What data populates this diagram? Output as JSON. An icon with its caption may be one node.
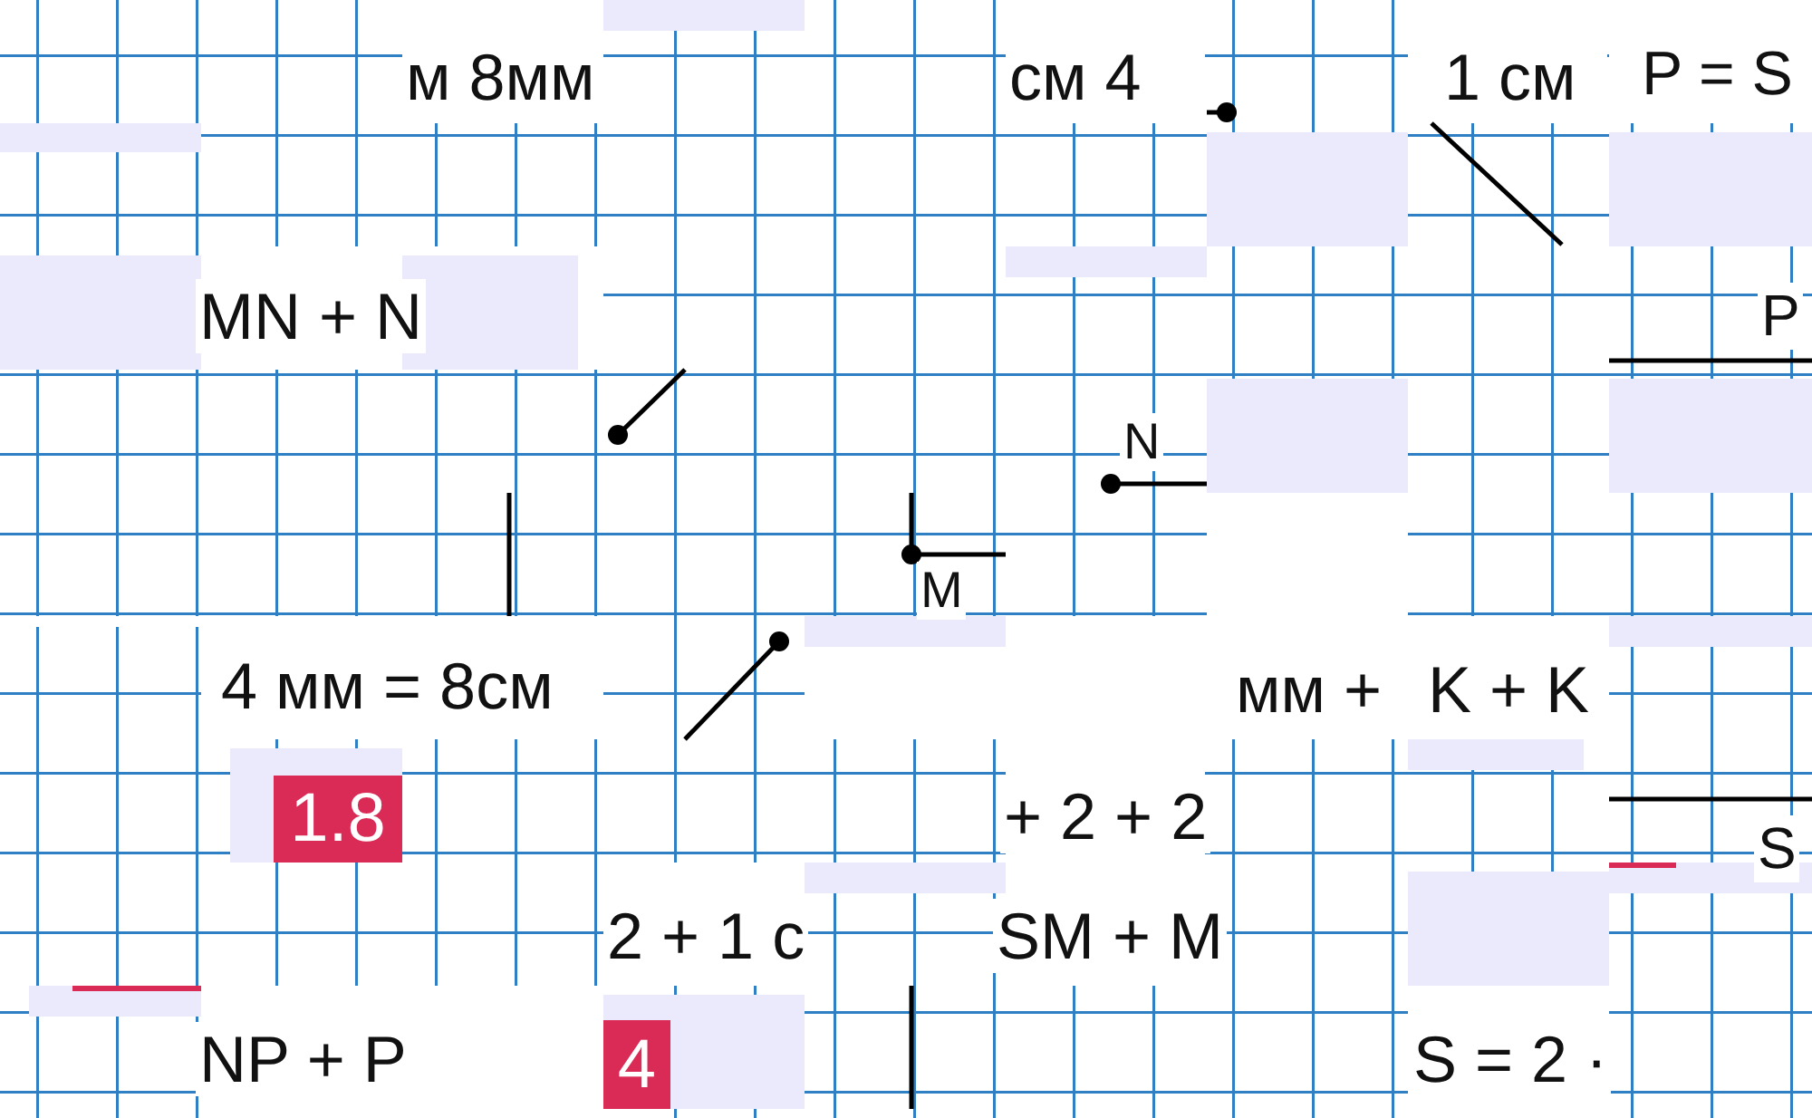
{
  "diagram": {
    "nodes": [
      {
        "text": [
          "1.8"
        ]
      },
      {
        "text": [
          "4"
        ]
      }
    ],
    "labels": [
      "м 8мм",
      "см 4",
      "1 см",
      "P = S",
      "MN + N",
      "P",
      "N",
      "M",
      "4 мм = 8см",
      "мм +",
      "K + K",
      "+ 2 + 2",
      "S",
      "2 + 1 с",
      "SM + M",
      "NP + P",
      "S = 2 ·"
    ]
  }
}
